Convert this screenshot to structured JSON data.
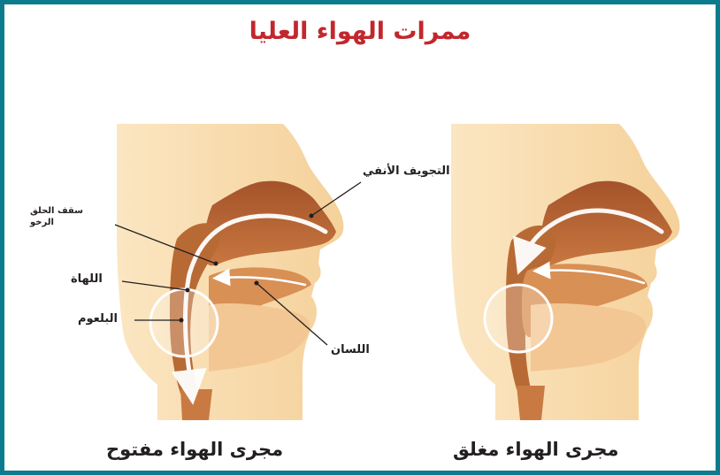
{
  "title": "ممرات الهواء العليا",
  "left_diagram": {
    "caption": "مجرى الهواء مفتوح",
    "labels": {
      "nasal_cavity": "التجويف الأنفي",
      "soft_palate": "سقف الحلق الرخو",
      "uvula": "اللهاة",
      "pharynx": "البلعوم",
      "tongue": "اللسان"
    }
  },
  "right_diagram": {
    "caption": "مجرى الهواء مغلق"
  },
  "colors": {
    "frame": "#0d7b8e",
    "title": "#c2272d",
    "skin": "#f7d9a8",
    "tissue": "#b5652f",
    "tissue_light": "#e8a86e",
    "airflow": "#ffffff"
  }
}
